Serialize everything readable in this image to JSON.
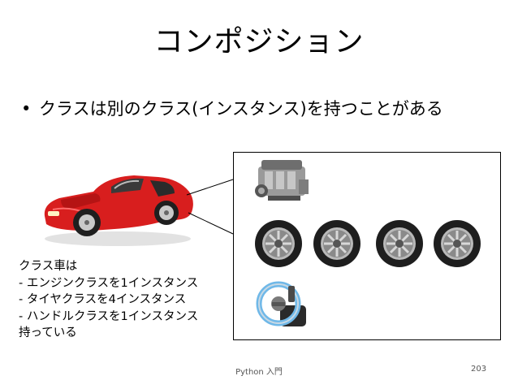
{
  "slide": {
    "title": "コンポジション",
    "bullet": "クラスは別のクラス(インスタンス)を持つことがある",
    "note_lines": [
      "クラス車は",
      " - エンジンクラスを1インスタンス",
      " - タイヤクラスを4インスタンス",
      " - ハンドルクラスを1インスタンス",
      "持っている"
    ]
  },
  "footer": {
    "title": "Python 入門",
    "page_number": "203"
  },
  "icons": [
    "car-image",
    "engine-image",
    "tire-image",
    "steering-wheel-image"
  ],
  "colors": {
    "car_body": "#d81e1e",
    "text": "#000000",
    "tire": "#222222"
  }
}
